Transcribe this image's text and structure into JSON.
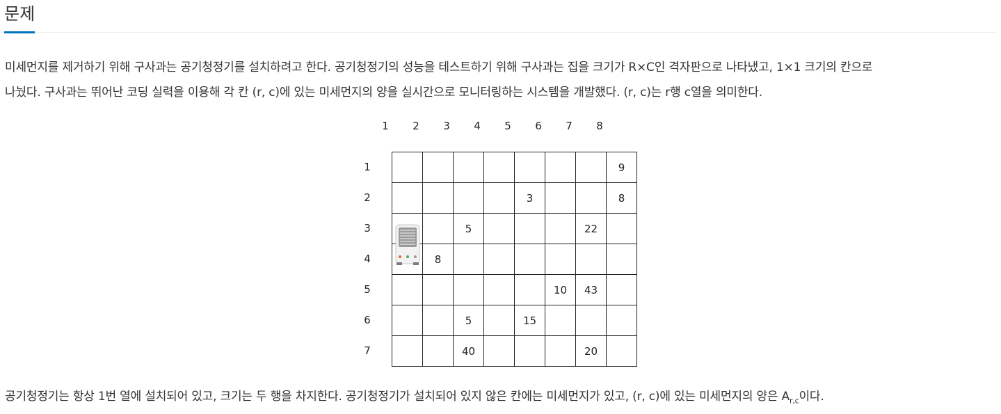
{
  "header": {
    "title": "문제"
  },
  "intro": {
    "line1": "미세먼지를 제거하기 위해 구사과는 공기청정기를 설치하려고 한다. 공기청정기의 성능을 테스트하기 위해 구사과는 집을 크기가 R×C인 격자판으로 나타냈고, 1×1 크기의 칸으로",
    "line2": "나눴다. 구사과는 뛰어난 코딩 실력을 이용해 각 칸 (r, c)에 있는 미세먼지의 양을 실시간으로 모니터링하는 시스템을 개발했다. (r, c)는 r행 c열을 의미한다."
  },
  "grid": {
    "col_labels": [
      "1",
      "2",
      "3",
      "4",
      "5",
      "6",
      "7",
      "8"
    ],
    "row_labels": [
      "1",
      "2",
      "3",
      "4",
      "5",
      "6",
      "7"
    ],
    "cells": [
      [
        "",
        "",
        "",
        "",
        "",
        "",
        "",
        "9"
      ],
      [
        "",
        "",
        "",
        "",
        "3",
        "",
        "",
        "8"
      ],
      [
        "",
        "",
        "5",
        "",
        "",
        "",
        "22",
        ""
      ],
      [
        "",
        "8",
        "",
        "",
        "",
        "",
        "",
        ""
      ],
      [
        "",
        "",
        "",
        "",
        "",
        "10",
        "43",
        ""
      ],
      [
        "",
        "",
        "5",
        "",
        "15",
        "",
        "",
        ""
      ],
      [
        "",
        "",
        "40",
        "",
        "",
        "",
        "20",
        ""
      ]
    ],
    "air_purifier": {
      "icon": "air-purifier-icon",
      "column": 1,
      "rows": [
        3,
        4
      ]
    }
  },
  "footer": {
    "text_before": "공기청정기는 항상 1번 열에 설치되어 있고, 크기는 두 행을 차지한다. 공기청정기가 설치되어 있지 않은 칸에는 미세먼지가 있고, (r, c)에 있는 미세먼지의 양은 A",
    "subscript": "r,c",
    "text_after": "이다."
  },
  "colors": {
    "accent": "#0076c0",
    "text": "#333333",
    "grid_line": "#222222"
  }
}
